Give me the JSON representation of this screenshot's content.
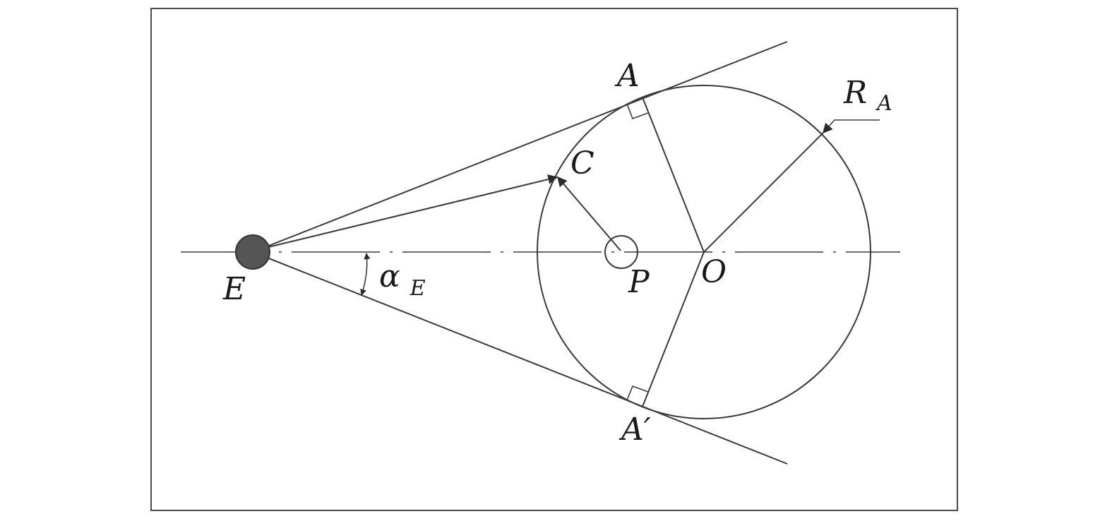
{
  "diagram": {
    "labels": {
      "E": "E",
      "A": "A",
      "A_prime": "A′",
      "C": "C",
      "P": "P",
      "O": "O",
      "R": "R",
      "R_sub": "A",
      "alpha": "α",
      "alpha_sub": "E"
    },
    "colors": {
      "line": "#3a3a3a",
      "point_fill": "#555555",
      "frame": "#4a4a4a"
    }
  }
}
